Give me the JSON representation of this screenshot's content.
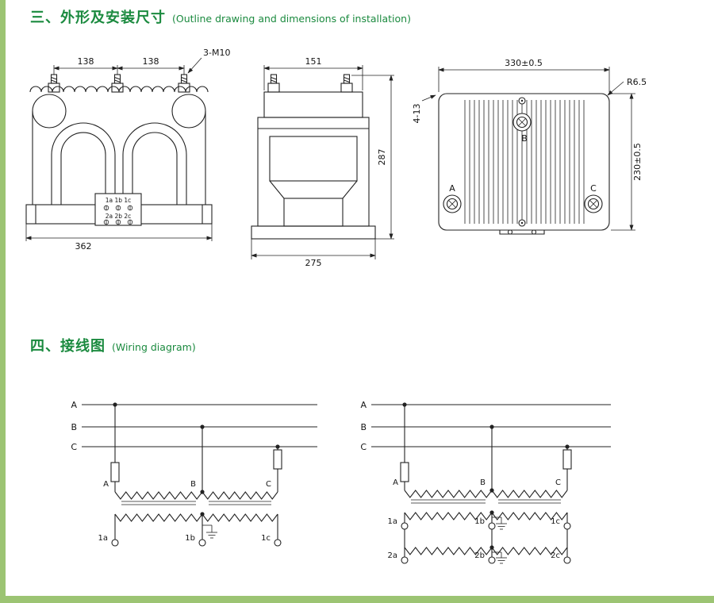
{
  "page": {
    "colors": {
      "heading_green": "#1b8a3f",
      "line": "#222222",
      "edge_green": "#9cc473"
    }
  },
  "sections": {
    "outline": {
      "title_cn": "三、外形及安装尺寸",
      "title_en": "(Outline drawing and dimensions of installation)"
    },
    "wiring": {
      "title_cn": "四、接线图",
      "title_en": "(Wiring diagram)"
    }
  },
  "front_view": {
    "dim_top_left": "138",
    "dim_top_right": "138",
    "bolt_callout": "3-M10",
    "dim_bottom_width": "362",
    "terminal_row_1": "1a 1b 1c",
    "terminal_row_2": "2a 2b 2c"
  },
  "side_view": {
    "dim_top_width": "151",
    "dim_height": "287",
    "dim_bottom_width": "275"
  },
  "top_view": {
    "dim_width": "330±0.5",
    "corner_radius": "R6.5",
    "mounting_holes": "4-13",
    "dim_depth": "230±0.5",
    "label_a": "A",
    "label_b": "B",
    "label_c": "C"
  },
  "wiring_left": {
    "phases": [
      "A",
      "B",
      "C"
    ],
    "windings": [
      "A",
      "B",
      "C"
    ],
    "secondary_terminals": [
      "1a",
      "1b",
      "1c"
    ]
  },
  "wiring_right": {
    "phases": [
      "A",
      "B",
      "C"
    ],
    "windings": [
      "A",
      "B",
      "C"
    ],
    "secondary1_terminals": [
      "1a",
      "1b",
      "1c"
    ],
    "secondary2_terminals": [
      "2a",
      "2b",
      "2c"
    ]
  }
}
